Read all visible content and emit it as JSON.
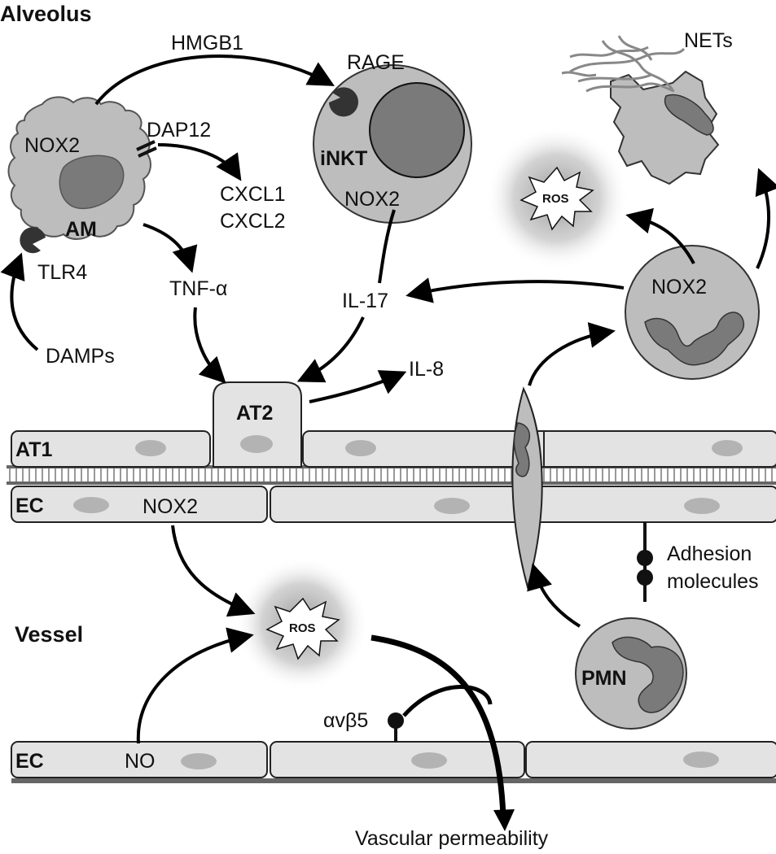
{
  "regions": {
    "alveolus": "Alveolus",
    "vessel": "Vessel"
  },
  "cells": {
    "am": "AM",
    "inkt": "iNKT",
    "at2": "AT2",
    "at1": "AT1",
    "ec_top": "EC",
    "ec_bottom": "EC",
    "pmn": "PMN"
  },
  "receptors": {
    "rage": "RAGE",
    "tlr4": "TLR4",
    "dap12": "DAP12",
    "avb5": "αvβ5"
  },
  "enzymes": {
    "nox2_am": "NOX2",
    "nox2_inkt": "NOX2",
    "nox2_ec": "NOX2",
    "nox2_neutrophil": "NOX2"
  },
  "mediators": {
    "hmgb1": "HMGB1",
    "cxcl1": "CXCL1",
    "cxcl2": "CXCL2",
    "tnfa": "TNF-α",
    "il17": "IL-17",
    "il8": "IL-8",
    "damps": "DAMPs",
    "no": "NO",
    "ros_top": "ROS",
    "ros_bottom": "ROS",
    "nets": "NETs"
  },
  "adhesion": {
    "line1": "Adhesion",
    "line2": "molecules"
  },
  "outcome": "Vascular permeability",
  "colors": {
    "membrane_fill": "#e3e3e3",
    "cell_fill": "#bdbdbd",
    "nucleus_fill": "#7a7a7a",
    "receptor_fill": "#333333"
  }
}
